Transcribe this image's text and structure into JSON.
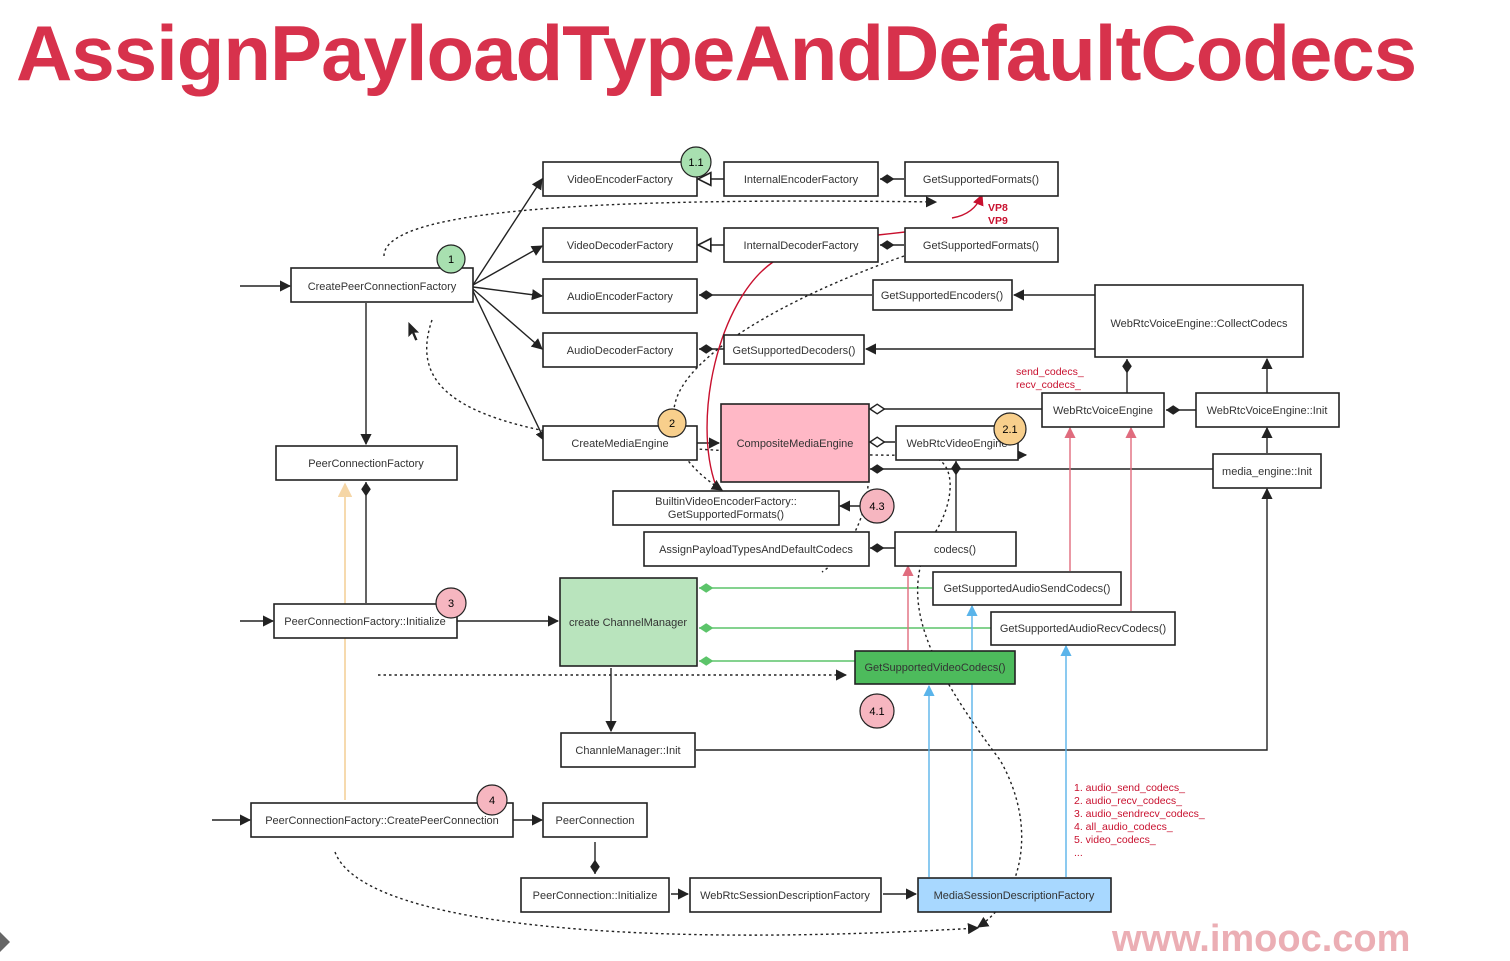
{
  "title": "AssignPayloadTypeAndDefaultCodecs",
  "watermark": "www.imooc.com",
  "colors": {
    "title": "#d7324c",
    "accent_red": "#c8102e",
    "pink_fill": "#ffb8c6",
    "green_fill": "#b9e4bd",
    "green_dark": "#4dbb5c",
    "blue_fill": "#a8d8ff",
    "green_arrow": "#5cc46a",
    "blue_arrow": "#5ab4ea",
    "pink_arrow": "#e06c7e",
    "beige_arrow": "#f5d6a6",
    "marker_green": "#a8e0b0",
    "marker_orange": "#f8cf8c",
    "marker_pink": "#f6b6c0",
    "watermark": "#e8a0a8"
  },
  "nodes": {
    "video_encoder_factory": "VideoEncoderFactory",
    "internal_encoder_factory": "InternalEncoderFactory",
    "get_supported_formats_enc": "GetSupportedFormats()",
    "video_decoder_factory": "VideoDecoderFactory",
    "internal_decoder_factory": "InternalDecoderFactory",
    "get_supported_formats_dec": "GetSupportedFormats()",
    "create_peer_connection_factory": "CreatePeerConnectionFactory",
    "audio_encoder_factory": "AudioEncoderFactory",
    "get_supported_encoders": "GetSupportedEncoders()",
    "webrtc_voice_engine_collect_codecs": "WebRtcVoiceEngine::CollectCodecs",
    "audio_decoder_factory": "AudioDecoderFactory",
    "get_supported_decoders": "GetSupportedDecoders()",
    "webrtc_voice_engine": "WebRtcVoiceEngine",
    "webrtc_voice_engine_init": "WebRtcVoiceEngine::Init",
    "create_media_engine": "CreateMediaEngine",
    "composite_media_engine": "CompositeMediaEngine",
    "webrtc_video_engine": "WebRtcVideoEngine",
    "peer_connection_factory": "PeerConnectionFactory",
    "media_engine_init": "media_engine::Init",
    "builtin_video_encoder_factory": "BuiltinVideoEncoderFactory::",
    "builtin_video_encoder_factory_2": "GetSupportedFormats()",
    "assign_payload_types": "AssignPayloadTypesAndDefaultCodecs",
    "codecs": "codecs()",
    "get_supported_audio_send_codecs": "GetSupportedAudioSendCodecs()",
    "peer_connection_factory_initialize": "PeerConnectionFactory::Initialize",
    "create_channel_manager": "create ChannelManager",
    "get_supported_audio_recv_codecs": "GetSupportedAudioRecvCodecs()",
    "get_supported_video_codecs": "GetSupportedVideoCodecs()",
    "channel_manager_init": "ChannleManager::Init",
    "peer_connection_factory_create_pc": "PeerConnectionFactory::CreatePeerConnection",
    "peer_connection": "PeerConnection",
    "peer_connection_initialize": "PeerConnection::Initialize",
    "webrtc_session_description_factory": "WebRtcSessionDescriptionFactory",
    "media_session_description_factory": "MediaSessionDescriptionFactory"
  },
  "markers": {
    "m1_1": "1.1",
    "m1": "1",
    "m2": "2",
    "m2_1": "2.1",
    "m4_3": "4.3",
    "m3": "3",
    "m4_1": "4.1",
    "m4": "4"
  },
  "notes": {
    "vp8": "VP8",
    "vp9": "VP9",
    "send_codecs": "send_codecs_",
    "recv_codecs": "recv_codecs_",
    "list": [
      "1. audio_send_codecs_",
      "2. audio_recv_codecs_",
      "3. audio_sendrecv_codecs_",
      "4. all_audio_codecs_",
      "5. video_codecs_",
      "..."
    ]
  }
}
